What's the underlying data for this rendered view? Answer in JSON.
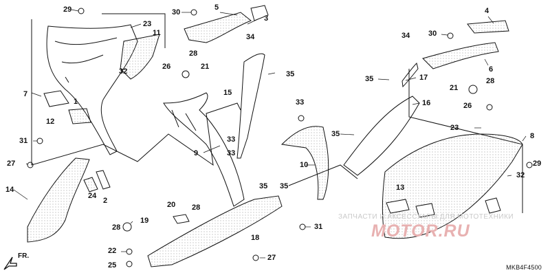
{
  "document": {
    "code": "MKB4F4500",
    "direction_label": "FR.",
    "watermark_line": "ЗАПЧАСТИ И АКСЕССУАРЫ ДЛЯ МОТОТЕХНИКИ",
    "watermark_brand": "MOTOR.RU",
    "colors": {
      "line": "#111111",
      "hatch": "#777777",
      "watermark": "#e8b1b1"
    }
  },
  "callouts": [
    {
      "id": "29a",
      "text": "29"
    },
    {
      "id": "30a",
      "text": "30"
    },
    {
      "id": "5",
      "text": "5"
    },
    {
      "id": "3",
      "text": "3"
    },
    {
      "id": "23a",
      "text": "23"
    },
    {
      "id": "11",
      "text": "11"
    },
    {
      "id": "34a",
      "text": "34"
    },
    {
      "id": "32a",
      "text": "32"
    },
    {
      "id": "28a",
      "text": "28"
    },
    {
      "id": "26a",
      "text": "26"
    },
    {
      "id": "21a",
      "text": "21"
    },
    {
      "id": "7",
      "text": "7"
    },
    {
      "id": "1",
      "text": "1"
    },
    {
      "id": "12",
      "text": "12"
    },
    {
      "id": "35a",
      "text": "35"
    },
    {
      "id": "15",
      "text": "15"
    },
    {
      "id": "33a",
      "text": "33"
    },
    {
      "id": "9",
      "text": "9"
    },
    {
      "id": "33b",
      "text": "33"
    },
    {
      "id": "31a",
      "text": "31"
    },
    {
      "id": "27a",
      "text": "27"
    },
    {
      "id": "14",
      "text": "14"
    },
    {
      "id": "24",
      "text": "24"
    },
    {
      "id": "2",
      "text": "2"
    },
    {
      "id": "28b",
      "text": "28"
    },
    {
      "id": "19",
      "text": "19"
    },
    {
      "id": "20",
      "text": "20"
    },
    {
      "id": "28c",
      "text": "28"
    },
    {
      "id": "22",
      "text": "22"
    },
    {
      "id": "25",
      "text": "25"
    },
    {
      "id": "18",
      "text": "18"
    },
    {
      "id": "27b",
      "text": "27"
    },
    {
      "id": "35b",
      "text": "35"
    },
    {
      "id": "33c",
      "text": "33"
    },
    {
      "id": "35c",
      "text": "35"
    },
    {
      "id": "10",
      "text": "10"
    },
    {
      "id": "35d",
      "text": "35"
    },
    {
      "id": "31b",
      "text": "31"
    },
    {
      "id": "4",
      "text": "4"
    },
    {
      "id": "34b",
      "text": "34"
    },
    {
      "id": "30b",
      "text": "30"
    },
    {
      "id": "6",
      "text": "6"
    },
    {
      "id": "35e",
      "text": "35"
    },
    {
      "id": "17",
      "text": "17"
    },
    {
      "id": "21b",
      "text": "21"
    },
    {
      "id": "28d",
      "text": "28"
    },
    {
      "id": "16",
      "text": "16"
    },
    {
      "id": "26b",
      "text": "26"
    },
    {
      "id": "23b",
      "text": "23"
    },
    {
      "id": "8",
      "text": "8"
    },
    {
      "id": "29b",
      "text": "29"
    },
    {
      "id": "32b",
      "text": "32"
    },
    {
      "id": "13",
      "text": "13"
    }
  ]
}
